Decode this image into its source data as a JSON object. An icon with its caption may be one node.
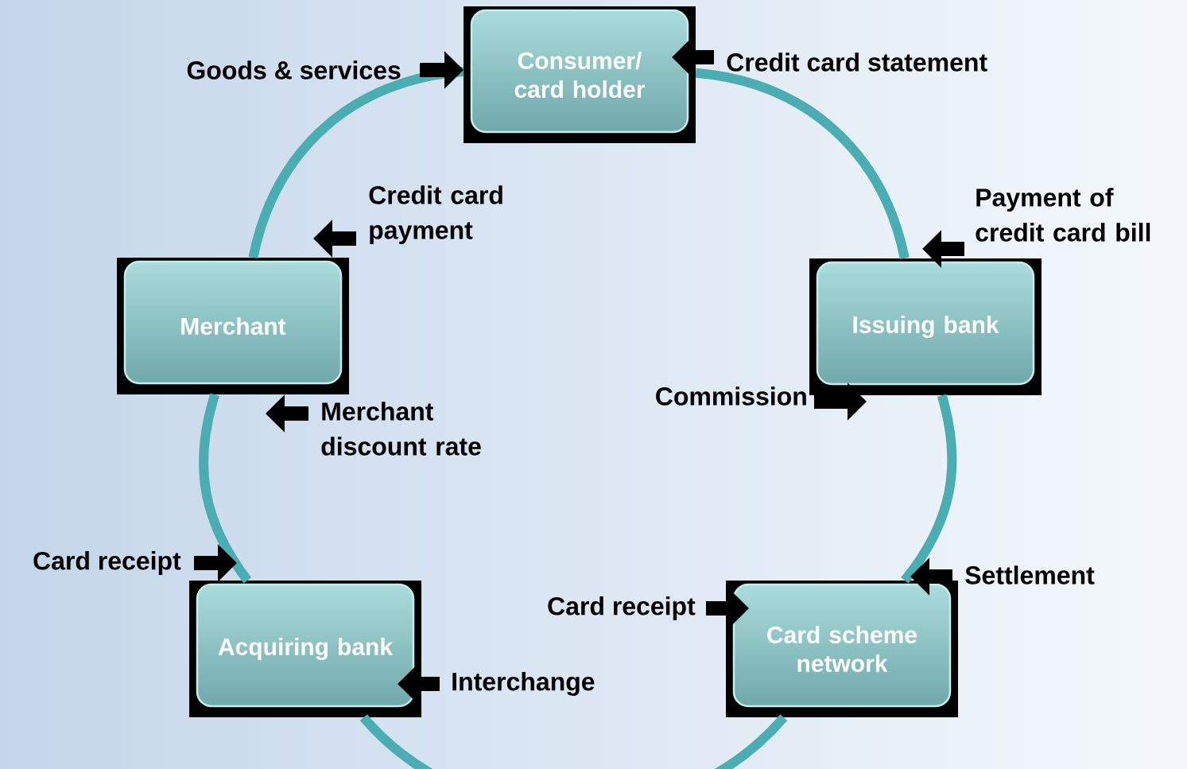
{
  "diagram": {
    "nodes": [
      {
        "text": [
          "Consumer/ card holder"
        ]
      },
      {
        "text": [
          "Merchant"
        ]
      },
      {
        "text": [
          "Issuing bank"
        ]
      },
      {
        "text": [
          "Acquiring bank"
        ]
      },
      {
        "text": [
          "Card scheme network"
        ]
      }
    ],
    "edges": [
      {
        "from": 0,
        "to": 2,
        "arrow": "none",
        "color": "#4aadb2"
      },
      {
        "from": 2,
        "to": 4,
        "arrow": "none",
        "color": "#4aadb2"
      },
      {
        "from": 4,
        "to": 3,
        "arrow": "none",
        "color": "#4aadb2"
      },
      {
        "from": 3,
        "to": 1,
        "arrow": "none",
        "color": "#4aadb2"
      },
      {
        "from": 1,
        "to": 0,
        "arrow": "none",
        "color": "#4aadb2"
      },
      {
        "from": null,
        "to": 0,
        "arrow": "to",
        "label": "Goods & services"
      },
      {
        "from": null,
        "to": 0,
        "arrow": "to",
        "label": "Credit card statement"
      },
      {
        "from": null,
        "to": 2,
        "arrow": "to",
        "label": "Payment of credit card bill"
      },
      {
        "from": null,
        "to": 2,
        "arrow": "to",
        "label": "Commission"
      },
      {
        "from": null,
        "to": 4,
        "arrow": "to",
        "label": "Card receipt"
      },
      {
        "from": null,
        "to": 4,
        "arrow": "to",
        "label": "Settlement"
      },
      {
        "from": null,
        "to": 3,
        "arrow": "to",
        "label": "Interchange"
      }
    ],
    "labels": [
      "Credit card payment",
      "Merchant discount rate",
      "Card receipt"
    ]
  }
}
